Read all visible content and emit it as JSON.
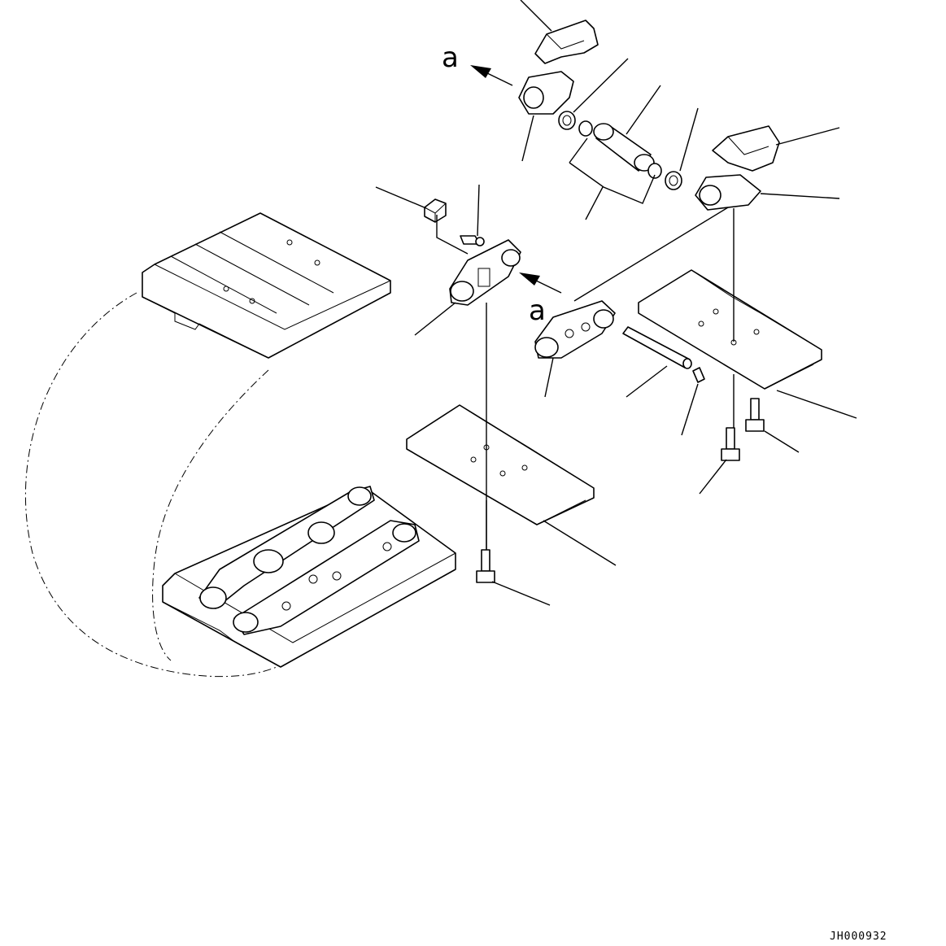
{
  "diagram": {
    "view_labels": [
      "a",
      "a"
    ],
    "drawing_code": "JH000932",
    "colors": {
      "line": "#000000",
      "background": "#ffffff"
    }
  }
}
